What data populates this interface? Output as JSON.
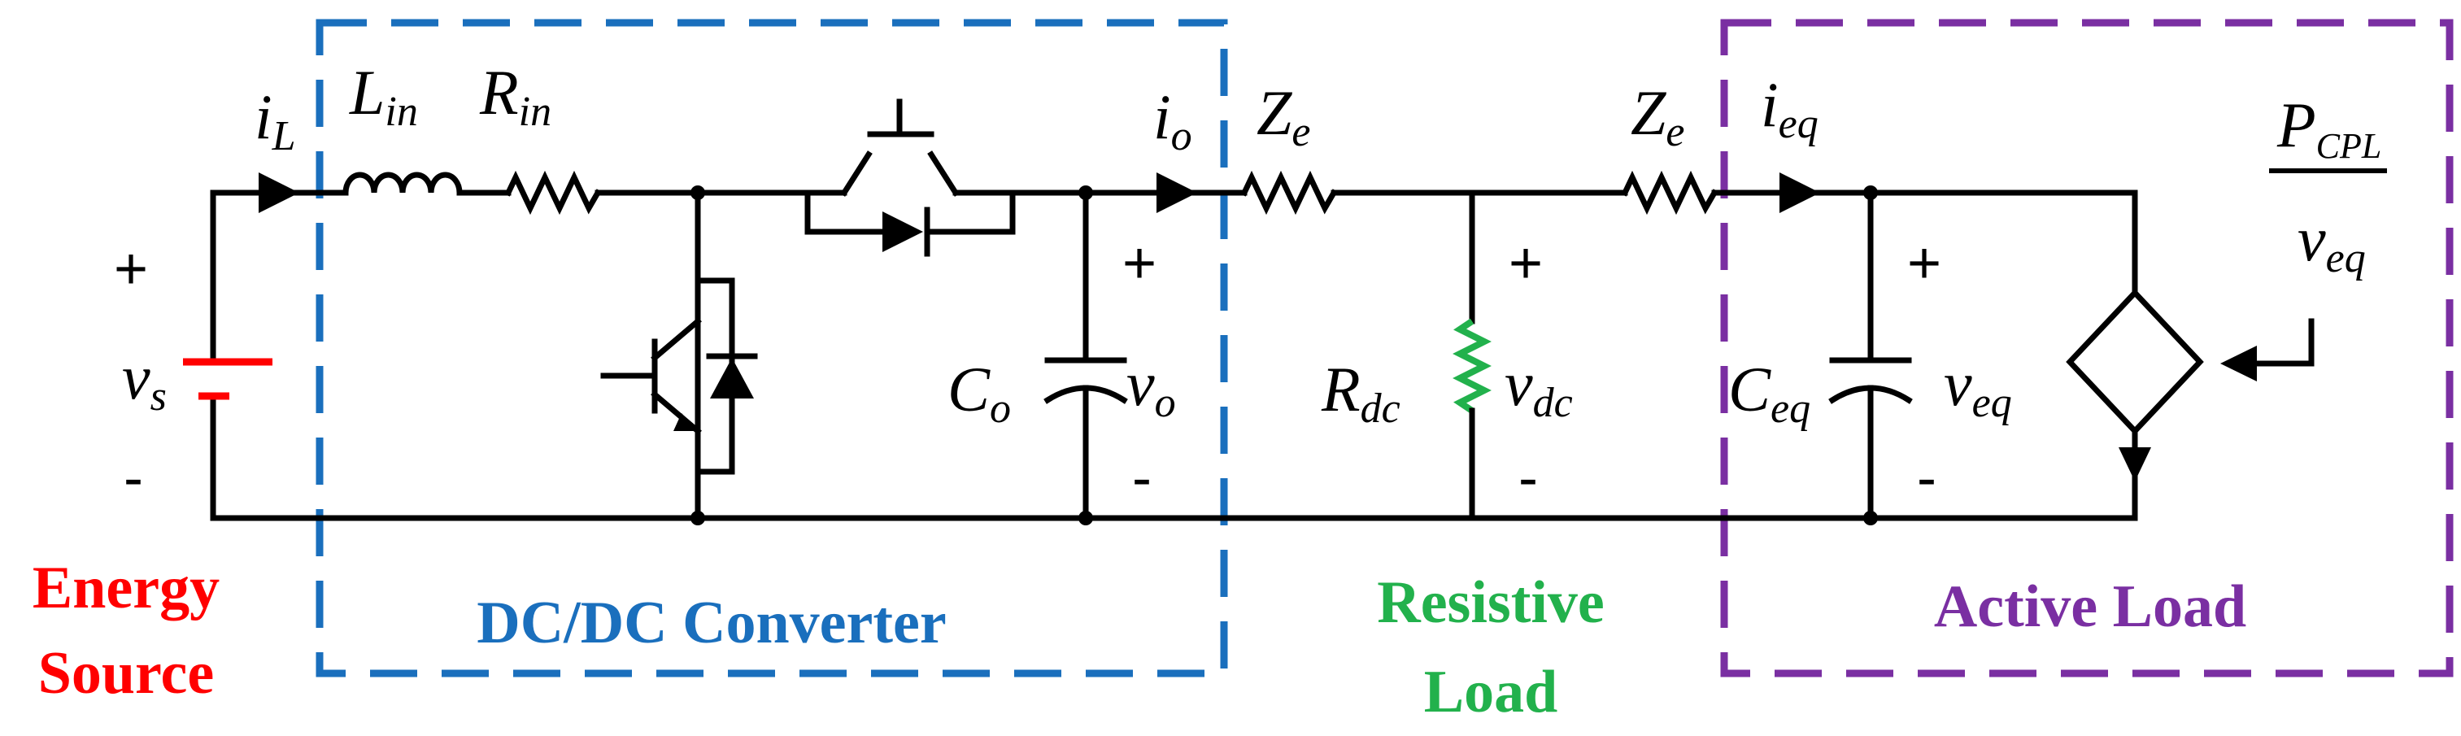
{
  "colors": {
    "wire": "#000000",
    "energy_source": "#ff0000",
    "converter": "#1a6fbd",
    "resistive": "#22b14c",
    "active_load": "#7a2fa2"
  },
  "labels": {
    "iL": {
      "main": "i",
      "sub": "L"
    },
    "Lin": {
      "main": "L",
      "sub": "in"
    },
    "Rin": {
      "main": "R",
      "sub": "in"
    },
    "io": {
      "main": "i",
      "sub": "o"
    },
    "Ze1": {
      "main": "Z",
      "sub": "e"
    },
    "Ze2": {
      "main": "Z",
      "sub": "e"
    },
    "ieq": {
      "main": "i",
      "sub": "eq"
    },
    "PCPL": {
      "main": "P",
      "sub": "CPL"
    },
    "veq_frac": {
      "main": "v",
      "sub": "eq"
    },
    "vs": {
      "main": "v",
      "sub": "s"
    },
    "Co": {
      "main": "C",
      "sub": "o"
    },
    "vo": {
      "main": "v",
      "sub": "o"
    },
    "Rdc": {
      "main": "R",
      "sub": "dc"
    },
    "vdc": {
      "main": "v",
      "sub": "dc"
    },
    "Ceq": {
      "main": "C",
      "sub": "eq"
    },
    "veq": {
      "main": "v",
      "sub": "eq"
    }
  },
  "signs": {
    "plus": "+",
    "minus": "-"
  },
  "regions": {
    "energy_source": [
      "Energy",
      "Source"
    ],
    "converter": "DC/DC Converter",
    "resistive_load": [
      "Resistive",
      "Load"
    ],
    "active_load": "Active Load"
  }
}
